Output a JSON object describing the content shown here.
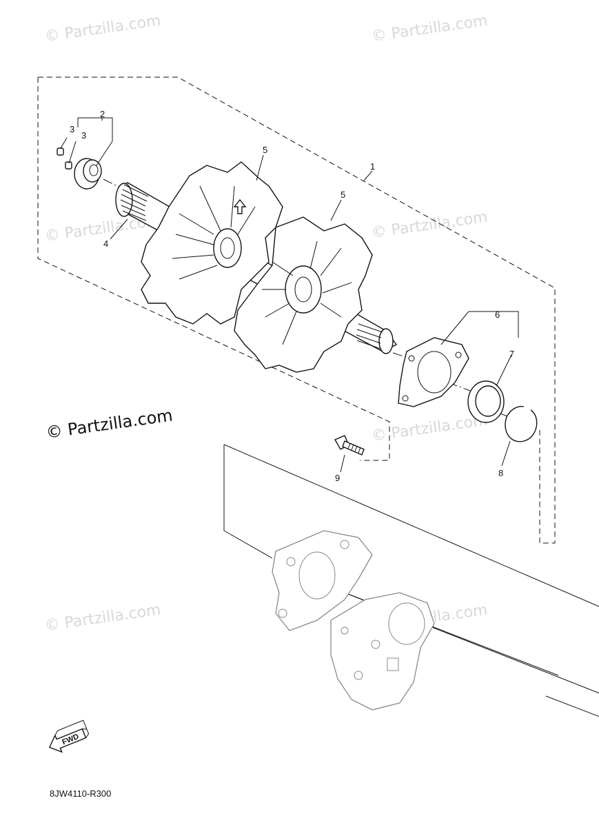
{
  "watermarks": {
    "light": "© Partzilla.com",
    "dark": "© Partzilla.com"
  },
  "callouts": {
    "c1": "1",
    "c2": "2",
    "c3a": "3",
    "c3b": "3",
    "c4": "4",
    "c5a": "5",
    "c5b": "5",
    "c6": "6",
    "c7": "7",
    "c8": "8",
    "c9": "9"
  },
  "fwd_label": "FWD",
  "diagram_code": "8JW4110-R300",
  "colors": {
    "ink": "#111111",
    "watermark": "#d8d8d8",
    "reference_part": "#888888"
  }
}
